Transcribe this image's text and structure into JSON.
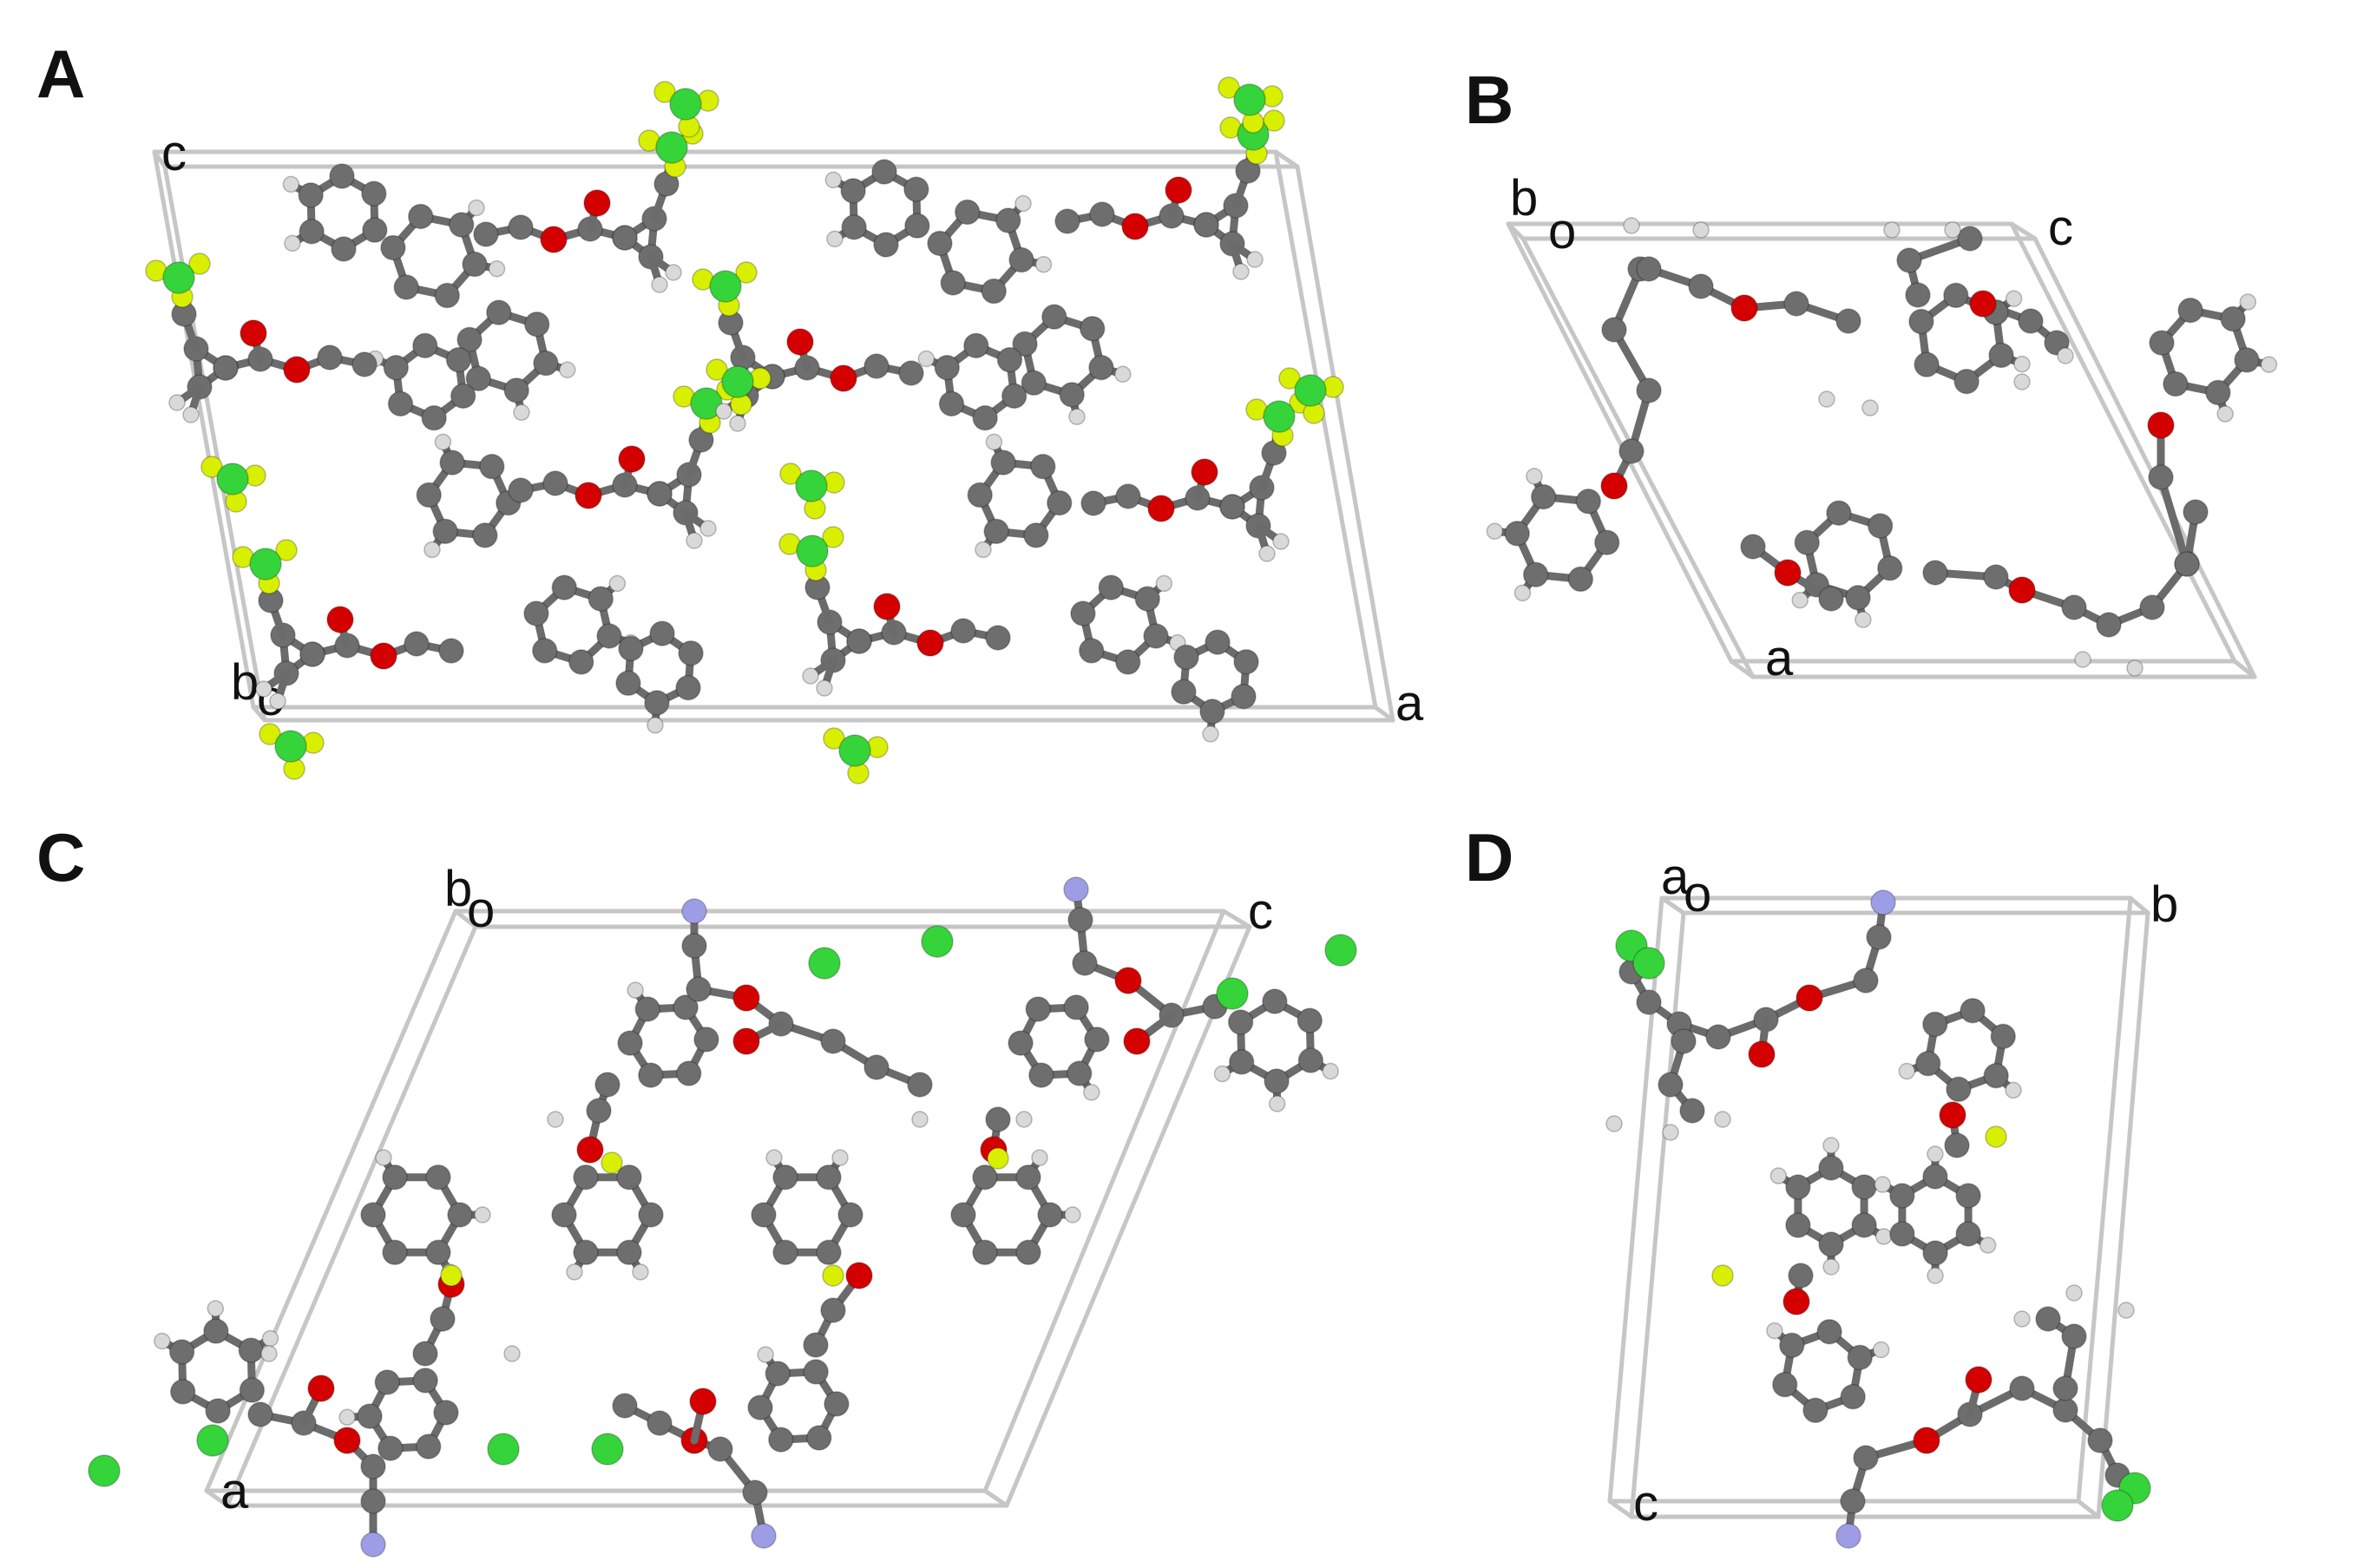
{
  "figure": {
    "colors": {
      "background": "#ffffff",
      "cell_edge": "#c6c6c6",
      "bond": "#6b6b6b",
      "carbon": "#6e6e6e",
      "hydrogen": "#d9d9d9",
      "oxygen": "#d40000",
      "fluorine": "#d8f000",
      "chlorine": "#35d43a",
      "nitrogen": "#9d9de6"
    },
    "panels": [
      {
        "letter": "A",
        "axes": {
          "a": "a",
          "b": "b",
          "c": "c",
          "o": "o"
        }
      },
      {
        "letter": "B",
        "axes": {
          "a": "a",
          "b": "b",
          "c": "c",
          "o": "o"
        }
      },
      {
        "letter": "C",
        "axes": {
          "a": "a",
          "b": "b",
          "c": "c",
          "o": "o"
        }
      },
      {
        "letter": "D",
        "axes": {
          "a": "a",
          "b": "b",
          "c": "c",
          "o": "o"
        }
      }
    ]
  }
}
